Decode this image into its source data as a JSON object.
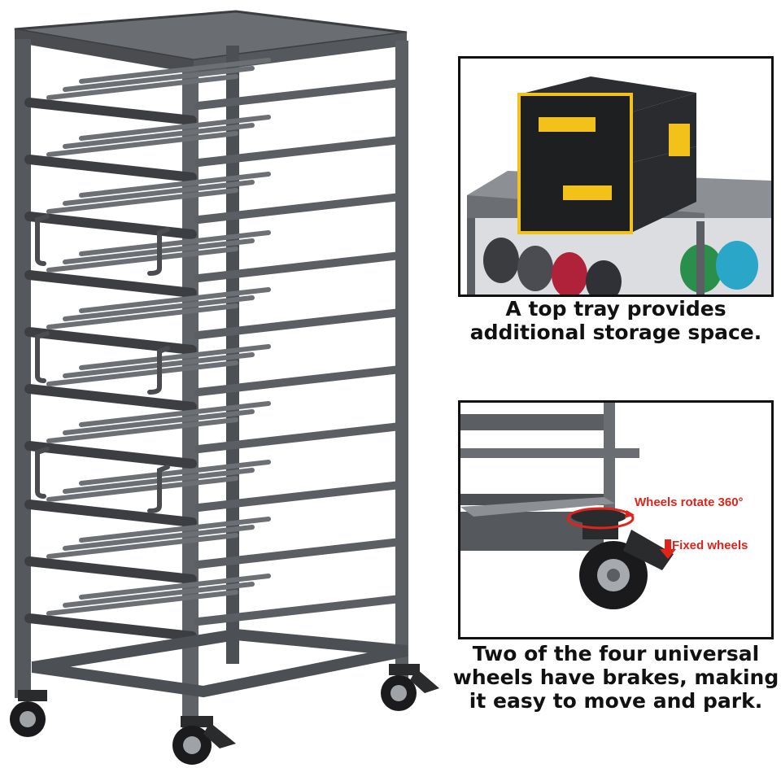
{
  "top_inset": {
    "caption_line1": "A top tray provides",
    "caption_line2": "additional storage space."
  },
  "bottom_inset": {
    "callout_rotate": "Wheels rotate 360°",
    "callout_fixed": "Fixed wheels",
    "caption_line1": "Two of the four universal",
    "caption_line2": "wheels have brakes, making",
    "caption_line3": "it easy to move and park."
  },
  "colors": {
    "frame": "#5b5e62",
    "frame_dark": "#3c3e42",
    "accent_red": "#e0241b",
    "toolbox_yellow": "#f2c21b",
    "toolbox_black": "#1e1f21"
  }
}
